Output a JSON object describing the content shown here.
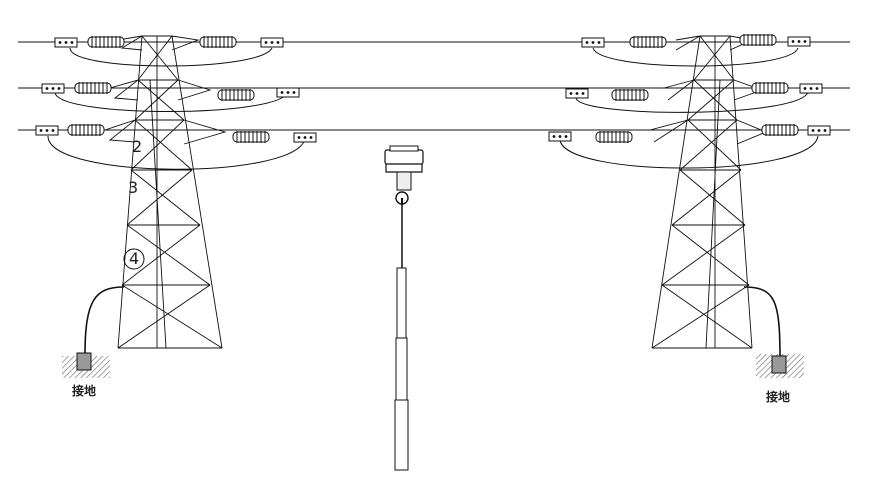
{
  "tower_labels": [
    "2",
    "3",
    "4"
  ],
  "ground_left": "接地",
  "ground_right": "接地",
  "colors": {
    "line": "#111111",
    "hatch": "#666666",
    "electrode": "#999999"
  },
  "icons": [
    "insulator-icon",
    "clamp-icon",
    "tower-icon",
    "grounding-electrode-icon",
    "hot-stick-icon"
  ]
}
